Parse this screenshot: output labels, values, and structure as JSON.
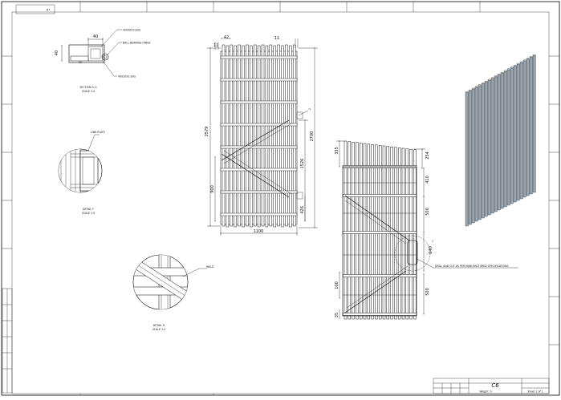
{
  "sheet": {
    "ref": "R7",
    "title_block_code": "C6",
    "title_block_small_1": "Weight: 0",
    "title_block_small_2": "Sheet 1 of 1"
  },
  "section": {
    "top_dim": "40",
    "side_dim": "40",
    "inner_dim": "20",
    "label_top": "40X40X3 SHS",
    "label_ball": "BALL BEARING HINGE",
    "label_bottom": "40X20X3 SHS",
    "caption_1": "SECTION G-G",
    "caption_2": "SCALE 1:2"
  },
  "detail_f": {
    "label": "LINK PLATE",
    "caption_1": "DETAIL F",
    "caption_2": "SCALE 1:5"
  },
  "detail_h": {
    "label": "WELD",
    "caption_1": "DETAIL H",
    "caption_2": "SCALE 1:2"
  },
  "front_view": {
    "dim_top_a": "11",
    "dim_top_b": "42",
    "dim_top_c": "11",
    "dim_height": "2579",
    "dim_right": "2700",
    "dim_mid": "1526",
    "dim_left_mid": "900",
    "dim_low": "426",
    "dim_width": "1100",
    "dim_tag": "2"
  },
  "gate_view": {
    "dim_top_left": "335",
    "dim_top_right": "254",
    "dim_r1": "410",
    "dim_r2": "500",
    "dim_circle": "640",
    "dim_r3": "500",
    "dim_bottom_left": "100",
    "dim_bottom_left2": "35",
    "note": "DRILL AND CUT AS PER MANUFACTURED SPECIFICATIONS",
    "circle_tag": "1"
  }
}
